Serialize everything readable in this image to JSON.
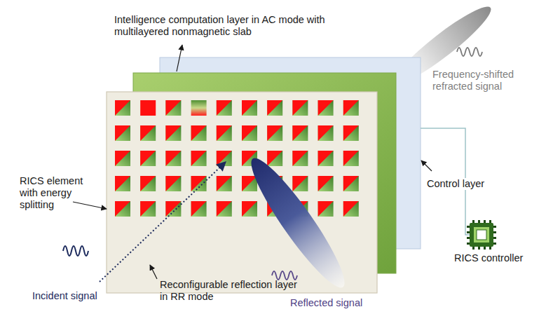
{
  "diagram": {
    "labels": [
      "Intelligence computation layer in AC mode with multilayered nonmagnetic slab",
      "Frequency-shifted refracted signal",
      "Control layer",
      "RICS element with energy splitting",
      "Reconfigurable reflection layer in RR mode",
      "Incident signal",
      "Reflected signal",
      "RICS controller"
    ]
  }
}
